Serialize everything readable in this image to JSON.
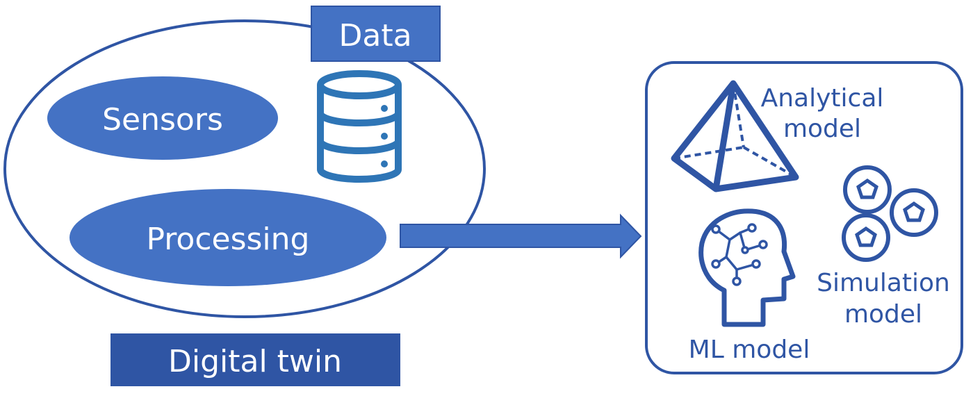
{
  "colors": {
    "primary_fill": "#4472C4",
    "outline": "#2F55A4",
    "dark_label_fill": "#2F55A4",
    "database_stroke": "#2E75B6",
    "background": "#FFFFFF"
  },
  "digital_twin": {
    "data_label": "Data",
    "sensors_label": "Sensors",
    "processing_label": "Processing",
    "title_label": "Digital twin",
    "database_icon": "database-icon"
  },
  "models_panel": {
    "analytical": {
      "line1": "Analytical",
      "line2": "model",
      "icon": "pyramid-icon"
    },
    "ml": {
      "label": "ML model",
      "icon": "ai-head-icon"
    },
    "simulation": {
      "line1": "Simulation",
      "line2": "model",
      "icon": "cells-icon"
    }
  },
  "connector": {
    "icon": "right-arrow-icon"
  }
}
